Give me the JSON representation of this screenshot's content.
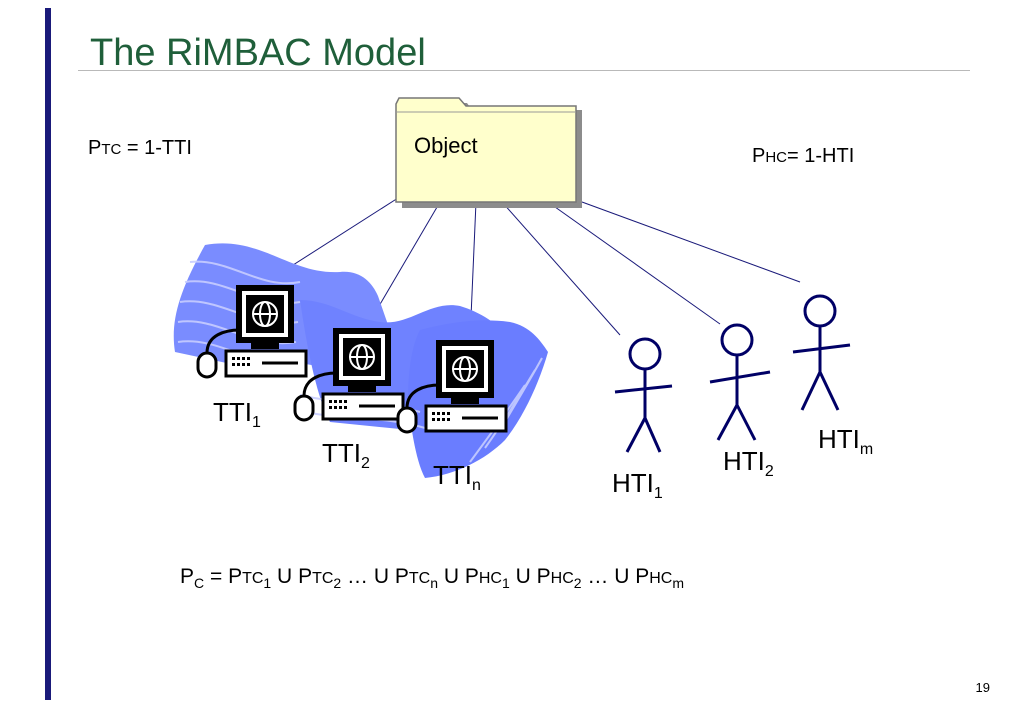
{
  "slide": {
    "title": "The RiMBAC Model",
    "page_number": "19"
  },
  "object_label": "Object",
  "formula_left": {
    "p": "P",
    "sub": "TC",
    "rest": " = 1-TTI"
  },
  "formula_right": {
    "p": "P",
    "sub": "HC",
    "rest": "= 1-HTI"
  },
  "computers": [
    {
      "base": "TTI",
      "sub": "1"
    },
    {
      "base": "TTI",
      "sub": "2"
    },
    {
      "base": "TTI",
      "sub": "n"
    }
  ],
  "humans": [
    {
      "base": "HTI",
      "sub": "1"
    },
    {
      "base": "HTI",
      "sub": "2"
    },
    {
      "base": "HTI",
      "sub": "m"
    }
  ],
  "bottom_formula": {
    "pc": "P",
    "pc_sub": "C",
    "eq": " = ",
    "tc1_p": "P",
    "tc1_s": "TC",
    "tc1_n": "1",
    "u1": " U ",
    "tc2_p": "P",
    "tc2_s": "TC",
    "tc2_n": "2",
    "dots1": " … U ",
    "tcn_p": "P",
    "tcn_s": "TC",
    "tcn_n": "n",
    "u2": " U ",
    "hc1_p": "P",
    "hc1_s": "HC",
    "hc1_n": "1",
    "u3": " U ",
    "hc2_p": "P",
    "hc2_s": "HC",
    "hc2_n": "2",
    "dots2": " … U ",
    "hcm_p": "P",
    "hcm_s": "HC",
    "hcm_n": "m"
  },
  "colors": {
    "title": "#1f5f3a",
    "left_bar": "#1a1a7a",
    "folder_fill": "#ffffcc",
    "wave": "#6f82ff",
    "line": "#1a1a7a",
    "figure": "#000066"
  }
}
